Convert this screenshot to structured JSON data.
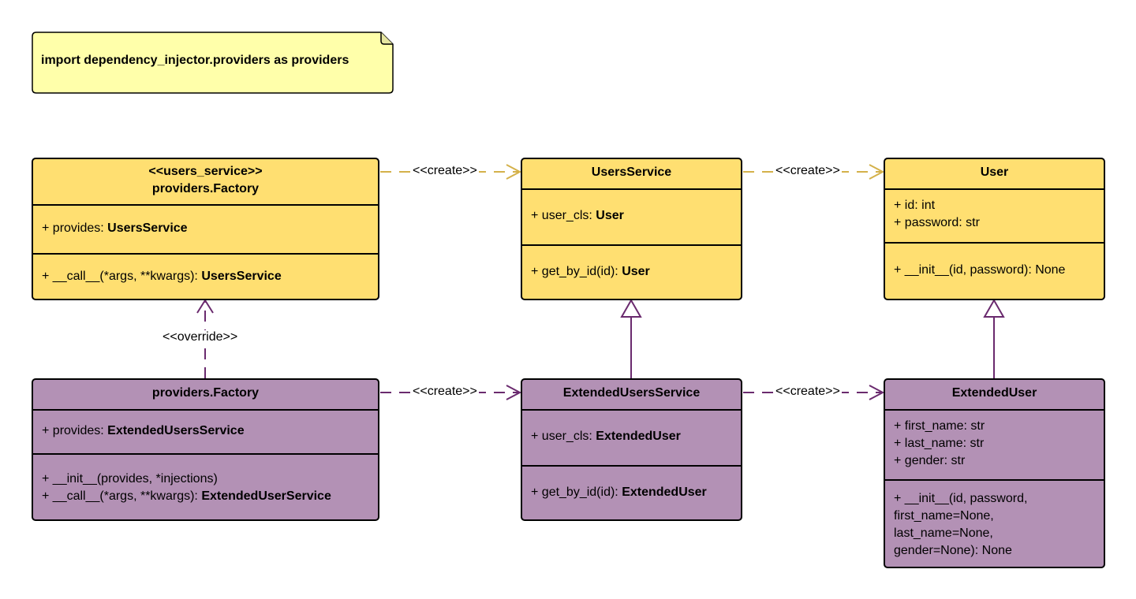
{
  "note": {
    "text": "import dependency_injector.providers as providers"
  },
  "colors": {
    "yellow": "#ffdf71",
    "purple": "#b391b5",
    "yellow_line": "#d4b14a",
    "purple_line": "#6a2a6e",
    "note_bg": "#ffffaa"
  },
  "boxes": {
    "users_factory": {
      "stereotype": "<<users_service>>",
      "name": "providers.Factory",
      "attr_prefix": "+ provides: ",
      "attr_type": "UsersService",
      "op_prefix": "+ __call__(*args, **kwargs): ",
      "op_type": "UsersService"
    },
    "users_service": {
      "name": "UsersService",
      "attr_prefix": "+ user_cls: ",
      "attr_type": "User",
      "op_prefix": "+ get_by_id(id): ",
      "op_type": "User"
    },
    "user": {
      "name": "User",
      "attrs": [
        "+ id: int",
        "+ password: str"
      ],
      "op": "+ __init__(id, password): None"
    },
    "ext_factory": {
      "name": "providers.Factory",
      "attr_prefix": "+ provides: ",
      "attr_type": "ExtendedUsersService",
      "op1": "+ __init__(provides, *injections)",
      "op2_prefix": "+ __call__(*args, **kwargs): ",
      "op2_type": "ExtendedUserService"
    },
    "ext_users_service": {
      "name": "ExtendedUsersService",
      "attr_prefix": "+ user_cls: ",
      "attr_type": "ExtendedUser",
      "op_prefix": "+ get_by_id(id): ",
      "op_type": "ExtendedUser"
    },
    "ext_user": {
      "name": "ExtendedUser",
      "attrs": [
        "+ first_name: str",
        "+ last_name: str",
        "+ gender: str"
      ],
      "ops": [
        "+ __init__(id, password,",
        "first_name=None,",
        "last_name=None,",
        "gender=None): None"
      ]
    }
  },
  "labels": {
    "create": "<<create>>",
    "override": "<<override>>"
  }
}
